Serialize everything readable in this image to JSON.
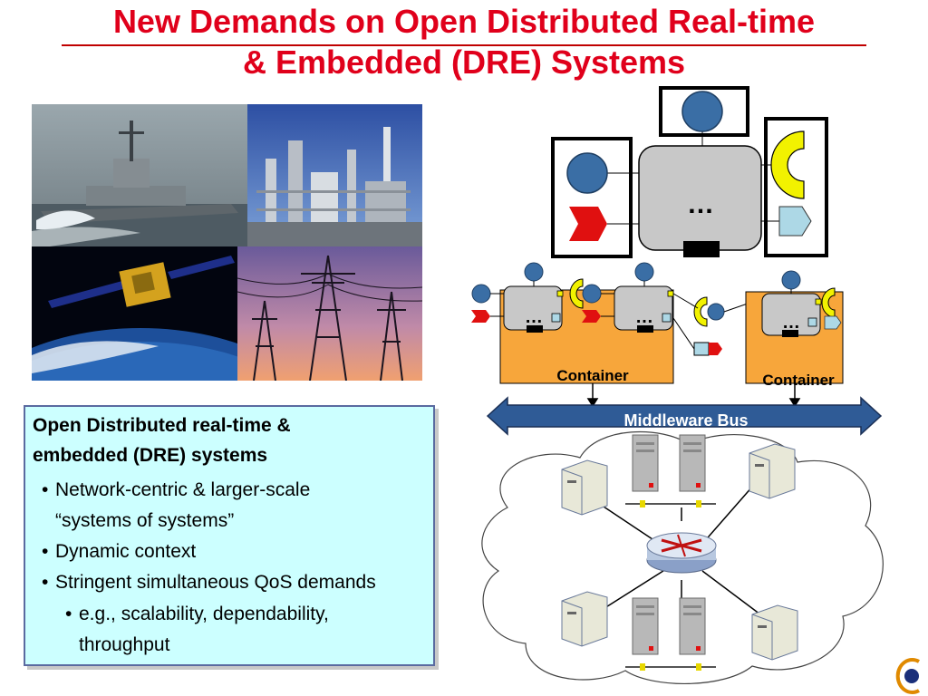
{
  "slide": {
    "title_line1": "New Demands on Open Distributed Real-time",
    "title_line2": "& Embedded (DRE) Systems"
  },
  "textbox": {
    "heading_line1": "Open Distributed real-time &",
    "heading_line2": "embedded (DRE) systems",
    "bullet_char": "•",
    "bullets": [
      {
        "line1": "Network-centric & larger-scale",
        "line2": "“systems of systems”"
      },
      {
        "line1": "Dynamic context"
      },
      {
        "line1": "Stringent simultaneous QoS demands"
      }
    ],
    "sub_bullet": {
      "line1": "e.g., scalability, dependability,",
      "line2": "throughput"
    }
  },
  "diagram": {
    "component_ellipsis": "…",
    "container_label": "Container",
    "bus_label": "Middleware Bus"
  },
  "colors": {
    "title": "#e0001b",
    "textbox_bg": "#ccffff",
    "container_fill": "#f7a63b",
    "bus_fill": "#2f5b96",
    "receptacle": "#f2f200",
    "port_red": "#e01010",
    "port_blue": "#add8e6"
  },
  "icons": [
    "destroyer-photo",
    "refinery-photo",
    "satellite-photo",
    "power-lines-photo",
    "server-icon",
    "router-icon",
    "logo-icon"
  ]
}
